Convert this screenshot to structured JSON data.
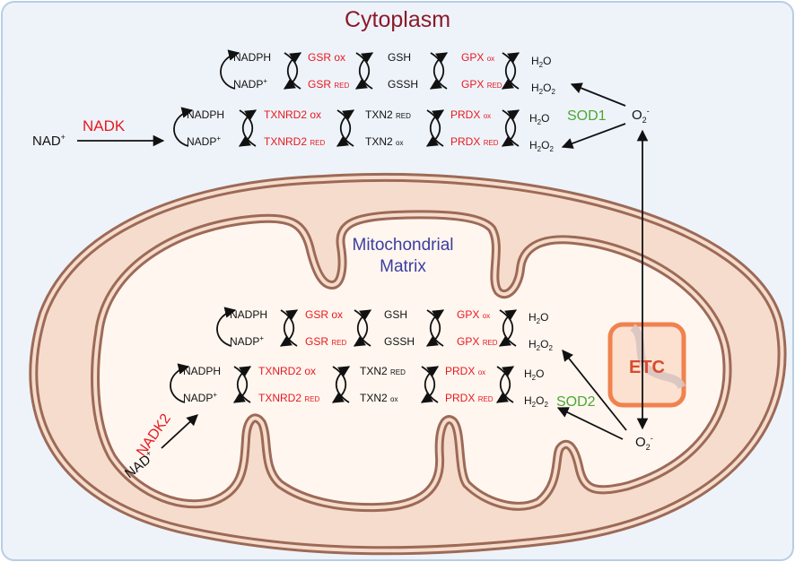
{
  "compartments": {
    "cytoplasm_title": "Cytoplasm",
    "mito_title_line1": "Mitochondrial",
    "mito_title_line2": "Matrix",
    "etc_label": "ETC"
  },
  "enzymes": {
    "nadk": "NADK",
    "nadk2": "NADK2",
    "sod1": "SOD1",
    "sod2": "SOD2"
  },
  "molecules": {
    "nad": "NAD",
    "nadph": "NADPH",
    "nadp": "NADP",
    "gsh": "GSH",
    "gssh": "GSSH",
    "txn2": "TXN2",
    "superoxide": "O",
    "water": "H",
    "peroxide": "H"
  },
  "redox_enzymes": {
    "gsr": "GSR",
    "gpx": "GPX",
    "txnrd2": "TXNRD2",
    "prdx": "PRDX"
  },
  "states": {
    "ox": "ox",
    "red": "RED"
  },
  "colors": {
    "cytoplasm_title": "#8b1a2b",
    "enzyme_red": "#e8191f",
    "sod_green": "#4aa832",
    "mito_title": "#3b3ea0",
    "membrane": "#9c6a57",
    "mito_fill": "#f6dccc",
    "etc_border": "#f0824f",
    "cell_fill": "#eef3fa",
    "cell_border": "#b8cde4"
  }
}
